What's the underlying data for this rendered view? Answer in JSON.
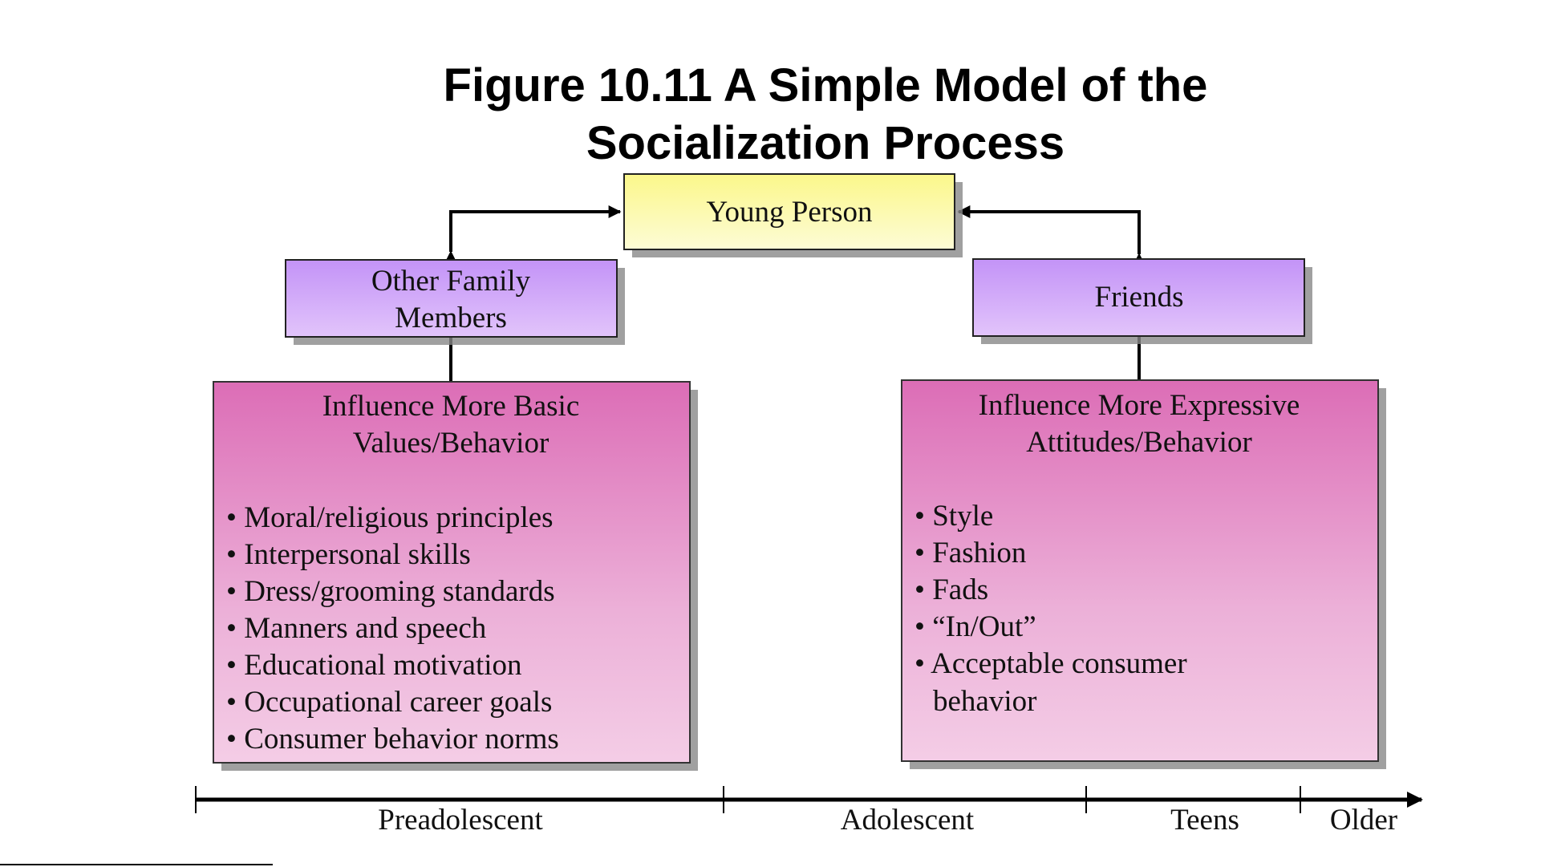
{
  "title": {
    "line1": "Figure 10.11  A Simple Model of the",
    "line2": "Socialization Process"
  },
  "nodes": {
    "young_person": "Young Person",
    "family": {
      "line1": "Other Family",
      "line2": "Members"
    },
    "friends": "Friends"
  },
  "left_box": {
    "heading1": "Influence More Basic",
    "heading2": "Values/Behavior",
    "items": [
      "Moral/religious principles",
      "Interpersonal skills",
      "Dress/grooming standards",
      "Manners and speech",
      "Educational motivation",
      "Occupational career goals",
      "Consumer behavior norms"
    ]
  },
  "right_box": {
    "heading1": "Influence More Expressive",
    "heading2": "Attitudes/Behavior",
    "items": [
      "Style",
      "Fashion",
      "Fads",
      "“In/Out”",
      "Acceptable consumer"
    ],
    "item_continuation": "behavior"
  },
  "timeline": {
    "stages": [
      "Preadolescent",
      "Adolescent",
      "Teens",
      "Older"
    ]
  },
  "colors": {
    "yellow": "#fbf7a0",
    "purple": "#c89af8",
    "pink": "#dd6fb8"
  }
}
